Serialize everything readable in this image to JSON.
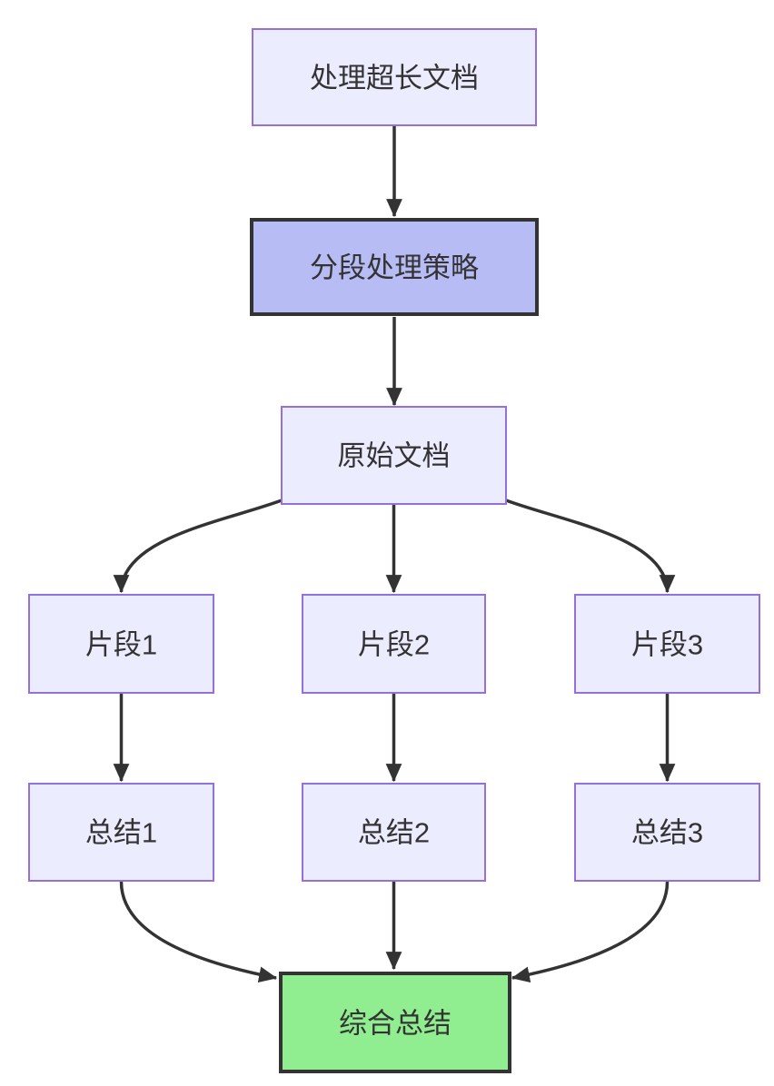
{
  "diagram": {
    "type": "flowchart-top-down",
    "background": "#FFFFFF",
    "nodes": [
      {
        "id": "A",
        "label": "处理超长文档",
        "style": "default"
      },
      {
        "id": "B",
        "label": "分段处理策略",
        "style": "strategy-highlight"
      },
      {
        "id": "C",
        "label": "原始文档",
        "style": "default"
      },
      {
        "id": "C1",
        "label": "片段1",
        "style": "default"
      },
      {
        "id": "C2",
        "label": "片段2",
        "style": "default"
      },
      {
        "id": "C3",
        "label": "片段3",
        "style": "default"
      },
      {
        "id": "D1",
        "label": "总结1",
        "style": "default"
      },
      {
        "id": "D2",
        "label": "总结2",
        "style": "default"
      },
      {
        "id": "D3",
        "label": "总结3",
        "style": "default"
      },
      {
        "id": "E",
        "label": "综合总结",
        "style": "final-highlight"
      }
    ],
    "edges": [
      {
        "from": "A",
        "to": "B"
      },
      {
        "from": "B",
        "to": "C"
      },
      {
        "from": "C",
        "to": "C1"
      },
      {
        "from": "C",
        "to": "C2"
      },
      {
        "from": "C",
        "to": "C3"
      },
      {
        "from": "C1",
        "to": "D1"
      },
      {
        "from": "C2",
        "to": "D2"
      },
      {
        "from": "C3",
        "to": "D3"
      },
      {
        "from": "D1",
        "to": "E"
      },
      {
        "from": "D2",
        "to": "E"
      },
      {
        "from": "D3",
        "to": "E"
      }
    ],
    "colors": {
      "node_fill": "#ECECFF",
      "node_border": "#9370DB",
      "strategy_fill": "#B8BCF5",
      "strategy_border": "#333333",
      "final_fill": "#90EE90",
      "final_border": "#333333",
      "edge_line": "#333333",
      "label_text": "#333333"
    }
  }
}
